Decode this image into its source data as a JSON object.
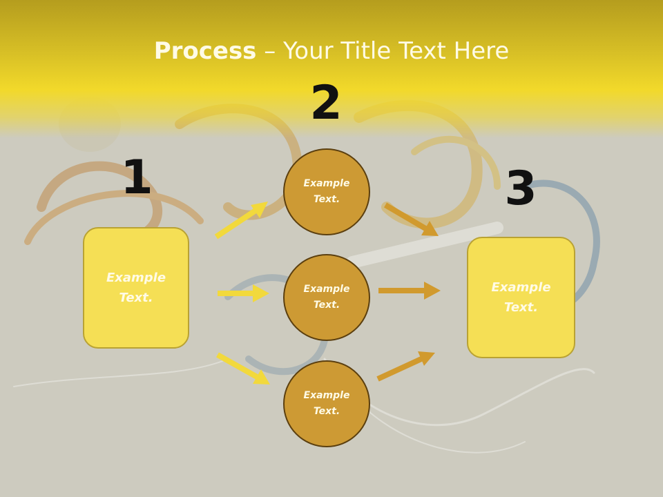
{
  "title": {
    "bold": "Process",
    "rest": " – Your Title Text Here"
  },
  "steps": [
    {
      "number": "1",
      "label": "Example Text."
    },
    {
      "number": "2",
      "labels": [
        "Example Text.",
        "Example Text.",
        "Example Text."
      ]
    },
    {
      "number": "3",
      "label": "Example Text."
    }
  ],
  "colors": {
    "title_band": "#f2d92a",
    "box_fill": "#f5df55",
    "circle_fill": "#cd9a34",
    "arrow_left": "#f2d93c",
    "arrow_right": "#d19a2e"
  }
}
